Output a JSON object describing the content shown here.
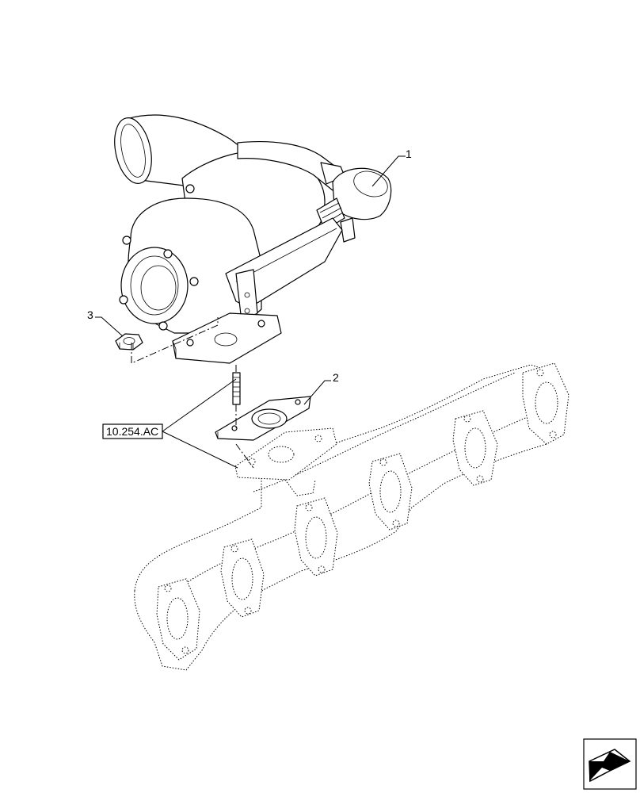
{
  "callouts": {
    "turbocharger": "1",
    "gasket": "2",
    "nut": "3"
  },
  "reference": {
    "label": "10.254.AC"
  },
  "icons": {
    "navigation": "next-page-arrow-icon"
  }
}
